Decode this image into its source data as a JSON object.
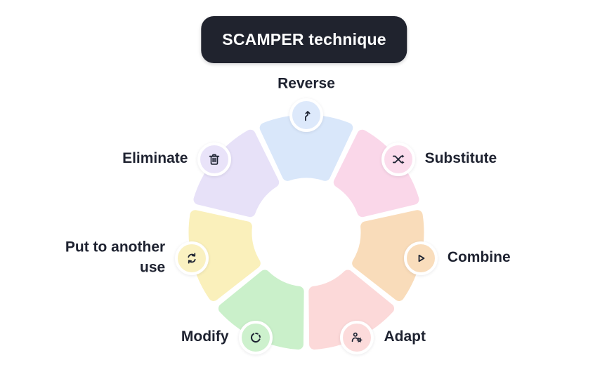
{
  "title": {
    "label": "SCAMPER technique"
  },
  "colors": {
    "background": "#FFFFFF",
    "badge_bg": "#20232E",
    "badge_text": "#FFFFFF",
    "label_text": "#1E2230",
    "icon_glyph": "#1E2433",
    "gap": "#FFFFFF"
  },
  "diagram": {
    "type": "seven-segment-donut-cycle",
    "segments": [
      {
        "label": "Reverse",
        "icon": "route-arrow-icon",
        "color": "#D9E7FA",
        "circle_color": "#DDE9FB"
      },
      {
        "label": "Substitute",
        "icon": "shuffle-icon",
        "color": "#FAD7E9",
        "circle_color": "#FBDCEC"
      },
      {
        "label": "Combine",
        "icon": "play-outline-icon",
        "color": "#F9DCBA",
        "circle_color": "#F9DDBC"
      },
      {
        "label": "Adapt",
        "icon": "user-gear-icon",
        "color": "#FCD9D9",
        "circle_color": "#FCDBDB"
      },
      {
        "label": "Modify",
        "icon": "dashed-circle-icon",
        "color": "#CAF0CA",
        "circle_color": "#CDF1CD"
      },
      {
        "label": "Put to another use",
        "icon": "sync-icon",
        "color": "#FAF0BB",
        "circle_color": "#FAF1C1"
      },
      {
        "label": "Eliminate",
        "icon": "trash-icon",
        "color": "#E7E1F8",
        "circle_color": "#E9E3F9"
      }
    ]
  }
}
